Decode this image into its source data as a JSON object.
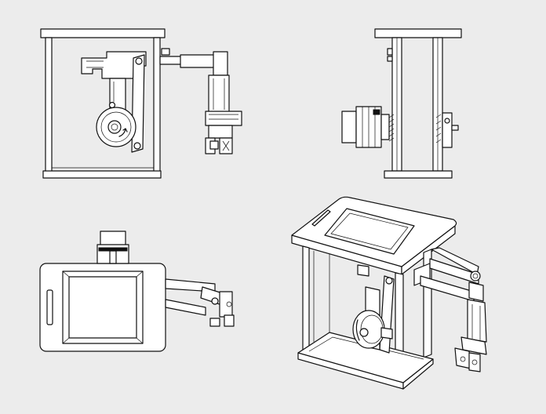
{
  "drawing": {
    "background": "#ececec",
    "line_color": "#111111",
    "fill_color": "#ffffff",
    "views": [
      {
        "id": "front",
        "icon": "front-view-drawing"
      },
      {
        "id": "side",
        "icon": "side-view-drawing"
      },
      {
        "id": "top",
        "icon": "top-view-drawing"
      },
      {
        "id": "isometric",
        "icon": "isometric-view-drawing"
      }
    ]
  }
}
